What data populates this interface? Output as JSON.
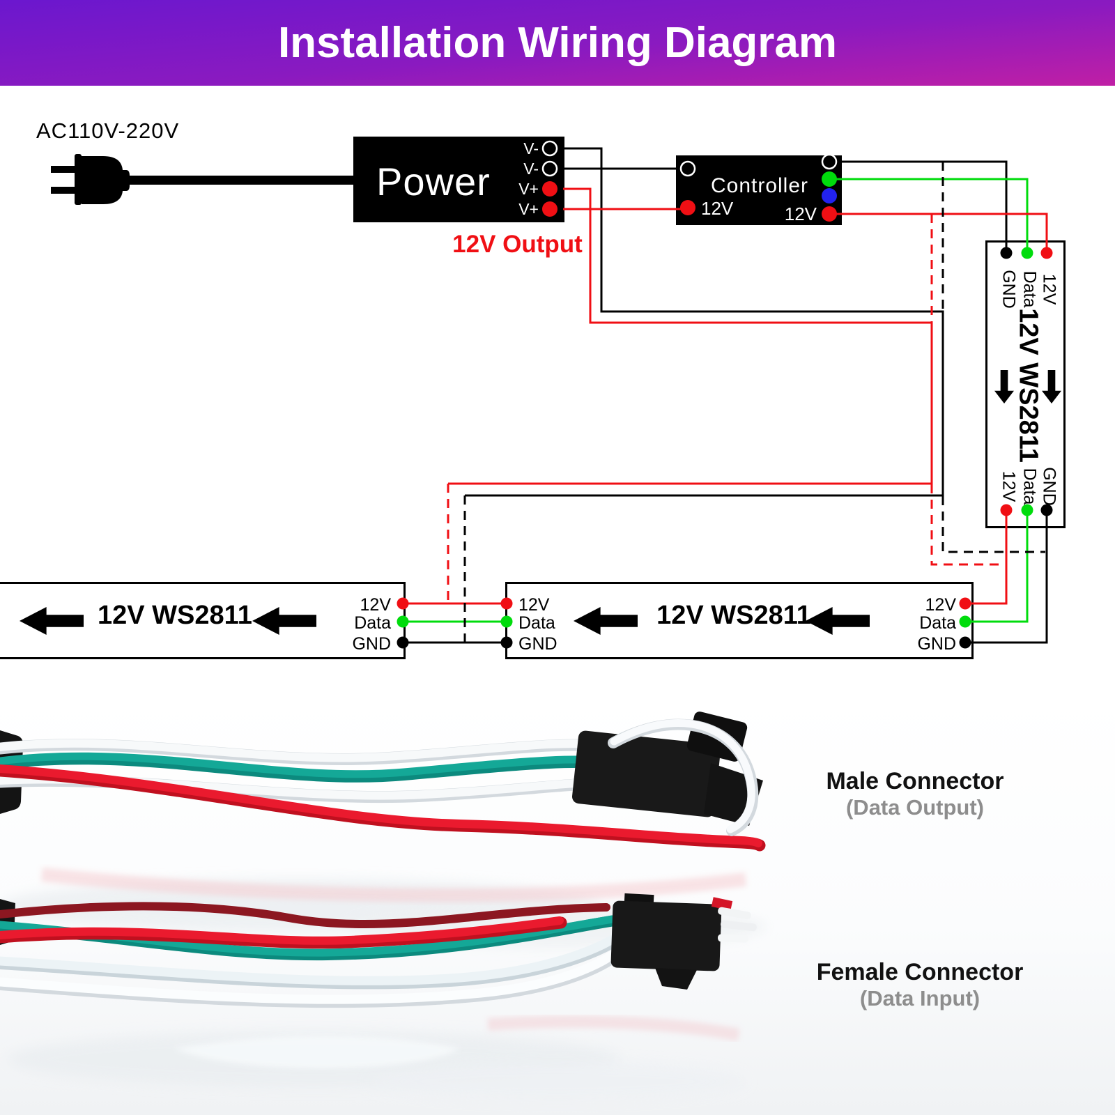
{
  "header": {
    "title": "Installation Wiring Diagram"
  },
  "diagram": {
    "ac_label": "AC110V-220V",
    "power": {
      "name": "Power",
      "terminals": [
        "V-",
        "V-",
        "V+",
        "V+"
      ],
      "output_label": "12V Output"
    },
    "controller": {
      "name": "Controller",
      "pin_left_12v": "12V",
      "pin_right_12v": "12V"
    },
    "vertical_strip": {
      "name": "12V WS2811",
      "top_pins": [
        "GND",
        "Data",
        "12V"
      ],
      "bottom_pins": [
        "12V",
        "Data",
        "GND"
      ]
    },
    "strip_left": {
      "name": "12V WS2811",
      "right_pins": [
        "12V",
        "Data",
        "GND"
      ]
    },
    "strip_middle": {
      "name": "12V WS2811",
      "left_pins": [
        "12V",
        "Data",
        "GND"
      ],
      "right_pins": [
        "12V",
        "Data",
        "GND"
      ]
    }
  },
  "photos": {
    "male": {
      "title": "Male Connector",
      "subtitle": "(Data Output)"
    },
    "female": {
      "title": "Female Connector",
      "subtitle": "(Data Input)"
    }
  },
  "colors": {
    "header_gradient_top": "#6b17ce",
    "header_gradient_bottom": "#c01fa5",
    "wire_red": "#f00f14",
    "wire_green": "#00dc0c",
    "dot_blue": "#2222ef",
    "wire_black": "#000000"
  }
}
